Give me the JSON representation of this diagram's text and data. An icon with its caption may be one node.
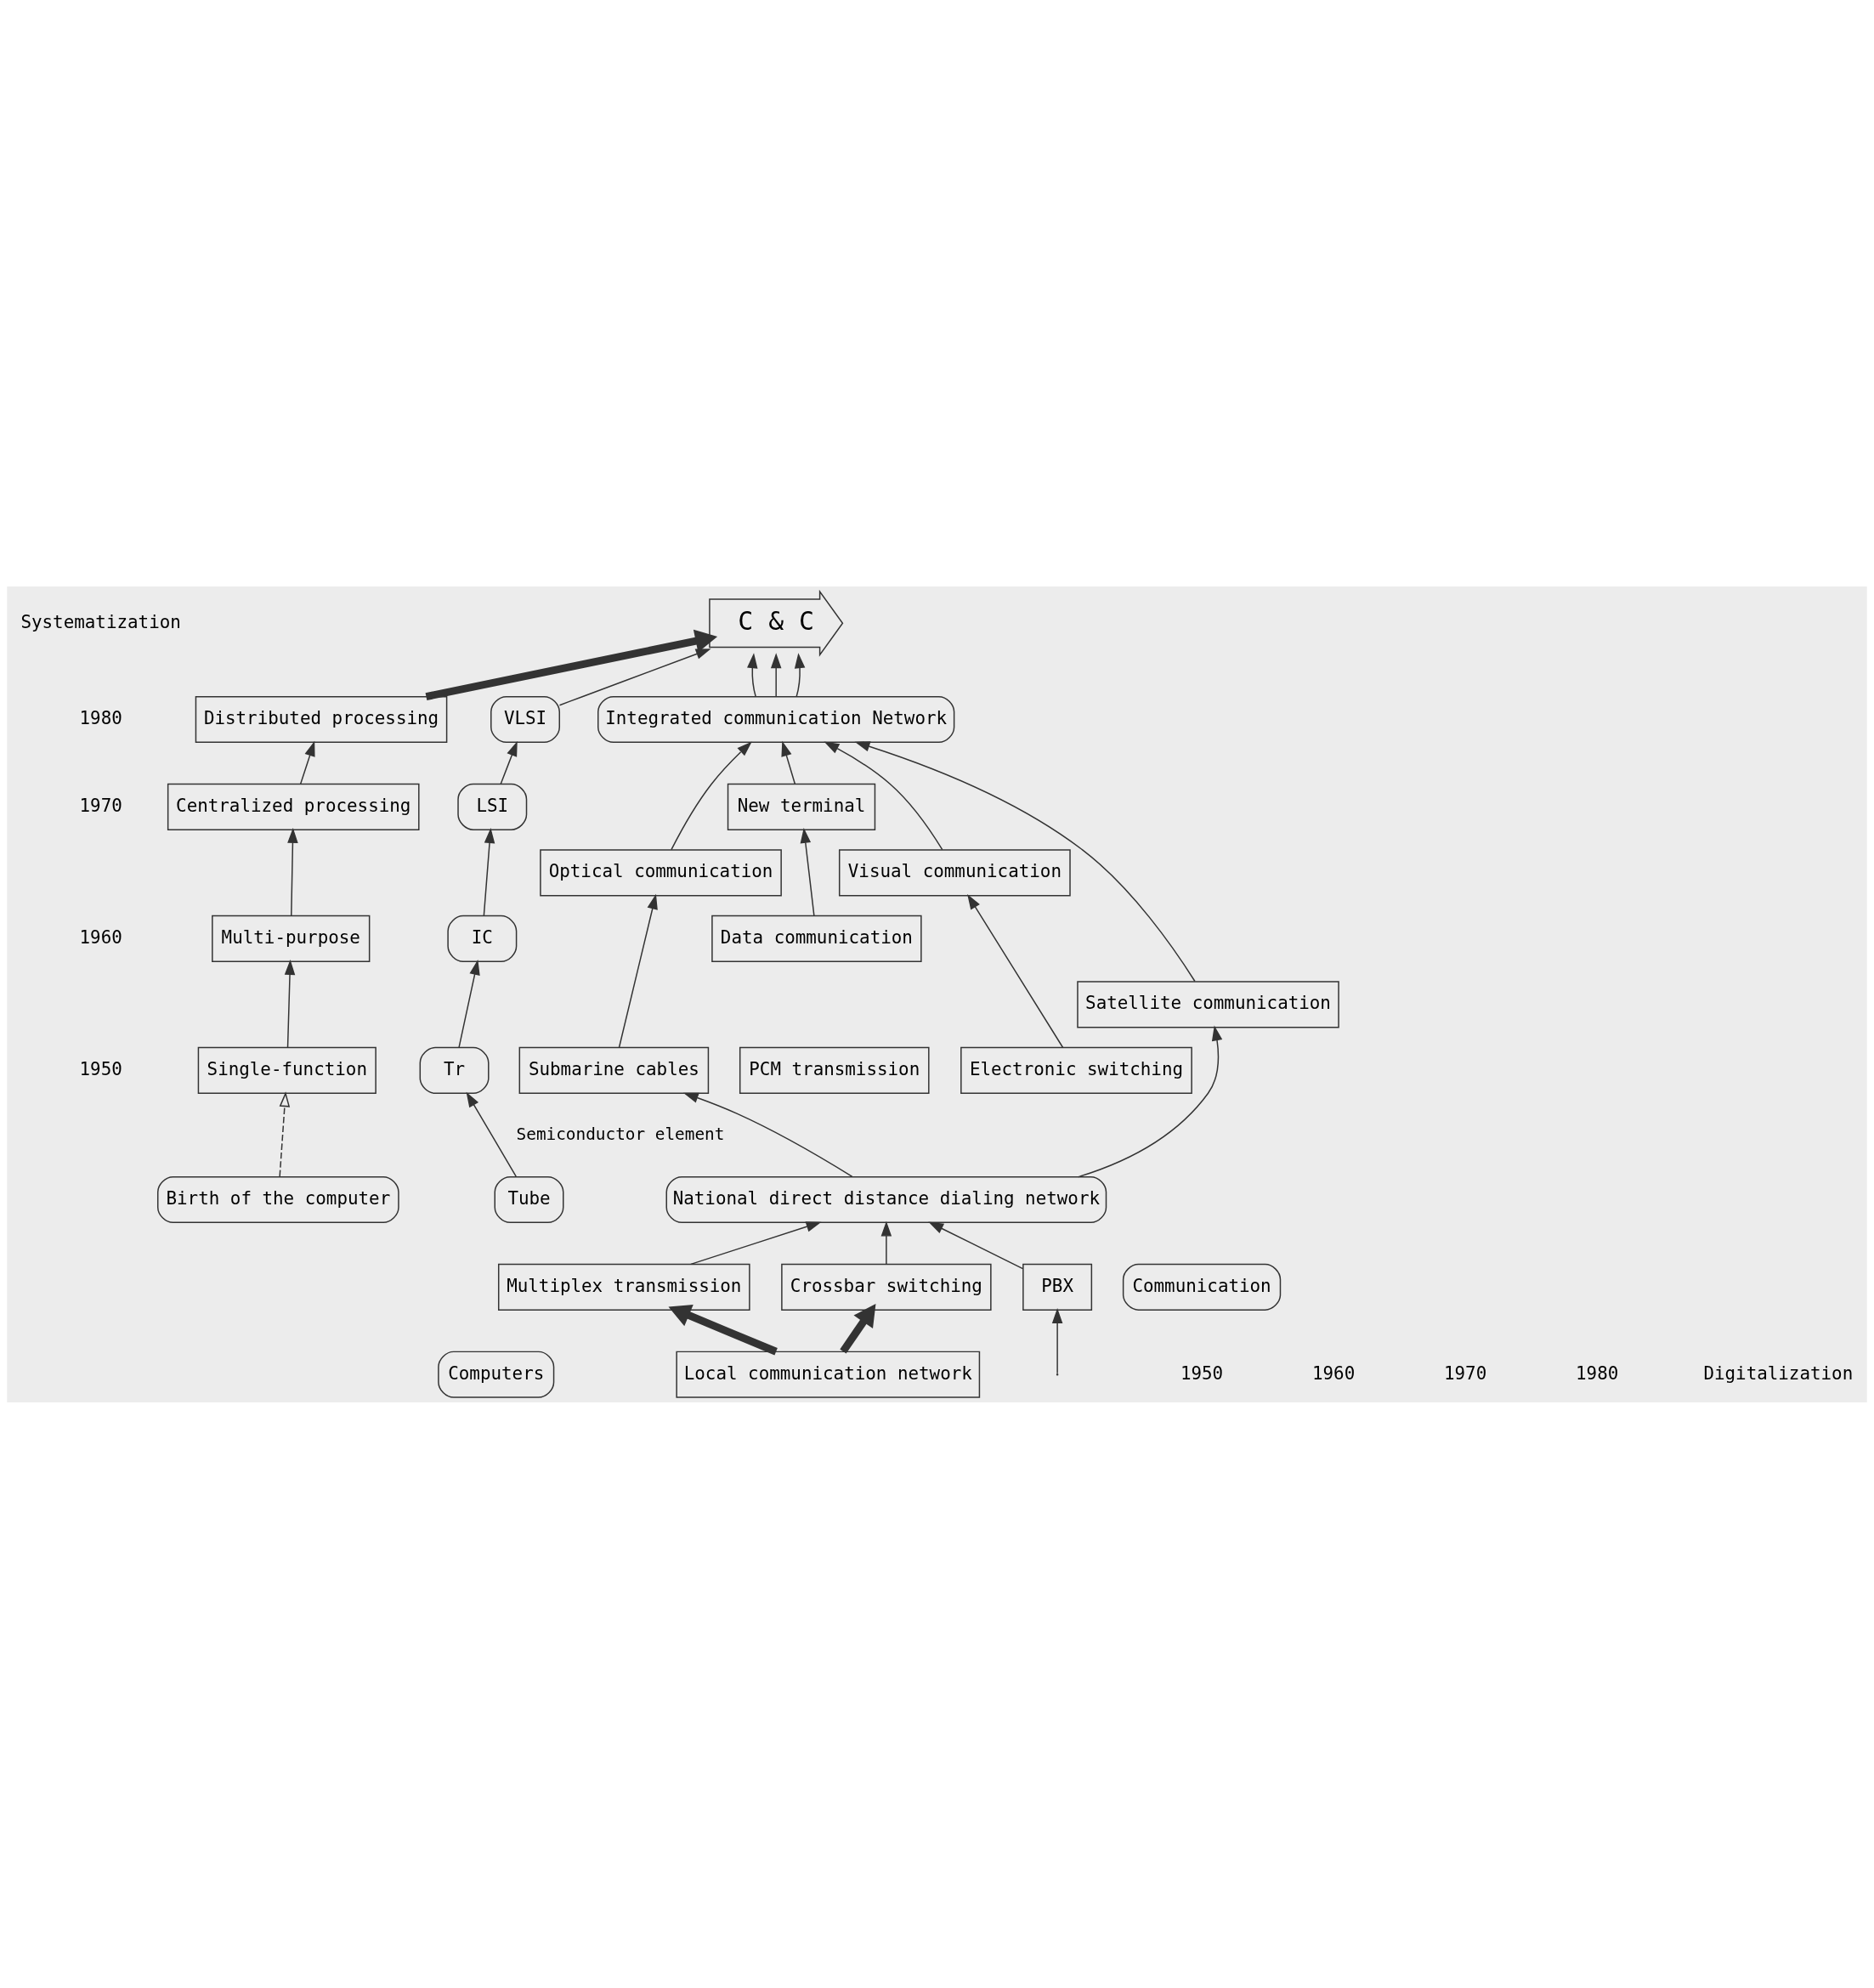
{
  "diagram": {
    "nodes": [
      {
        "text": [
          "C & C"
        ]
      },
      {
        "text": [
          "Distributed processing"
        ]
      },
      {
        "text": [
          "Centralized processing"
        ]
      },
      {
        "text": [
          "Multi-purpose"
        ]
      },
      {
        "text": [
          "Single-function"
        ]
      },
      {
        "text": [
          "Birth of the computer"
        ]
      },
      {
        "text": [
          "VLSI"
        ]
      },
      {
        "text": [
          "LSI"
        ]
      },
      {
        "text": [
          "IC"
        ]
      },
      {
        "text": [
          "Tr"
        ]
      },
      {
        "text": [
          "Tube"
        ]
      },
      {
        "text": [
          "Integrated communication Network"
        ]
      },
      {
        "text": [
          "New terminal"
        ]
      },
      {
        "text": [
          "Data communication"
        ]
      },
      {
        "text": [
          "PCM transmission"
        ]
      },
      {
        "text": [
          "Visual communication"
        ]
      },
      {
        "text": [
          "Electronic switching"
        ]
      },
      {
        "text": [
          "Satellite communication"
        ]
      },
      {
        "text": [
          "Submarine cables"
        ]
      },
      {
        "text": [
          "Optical communication"
        ]
      },
      {
        "text": [
          "National direct distance dialing network"
        ]
      },
      {
        "text": [
          "Multiplex transmission"
        ]
      },
      {
        "text": [
          "Crossbar switching"
        ]
      },
      {
        "text": [
          "PBX"
        ]
      },
      {
        "text": [
          "Local communication network"
        ]
      },
      {
        "text": [
          "Computers"
        ]
      },
      {
        "text": [
          "Communication"
        ]
      }
    ],
    "edges": [
      {
        "from": 5,
        "to": 4,
        "arrow": "to",
        "style": "dashed"
      },
      {
        "from": 4,
        "to": 3,
        "arrow": "to"
      },
      {
        "from": 3,
        "to": 2,
        "arrow": "to"
      },
      {
        "from": 2,
        "to": 1,
        "arrow": "to"
      },
      {
        "from": 1,
        "to": 0,
        "arrow": "to",
        "style": "thick"
      },
      {
        "from": 10,
        "to": 9,
        "arrow": "to",
        "label": "Semiconductor element"
      },
      {
        "from": 9,
        "to": 8,
        "arrow": "to"
      },
      {
        "from": 8,
        "to": 7,
        "arrow": "to"
      },
      {
        "from": 7,
        "to": 6,
        "arrow": "to"
      },
      {
        "from": 6,
        "to": 0,
        "arrow": "to"
      },
      {
        "from": 11,
        "to": 0,
        "arrow": "to"
      },
      {
        "from": 11,
        "to": 0,
        "arrow": "to"
      },
      {
        "from": 11,
        "to": 0,
        "arrow": "to"
      },
      {
        "from": 24,
        "to": 21,
        "arrow": "to",
        "style": "thick"
      },
      {
        "from": 24,
        "to": 22,
        "arrow": "to",
        "style": "thick"
      },
      {
        "from": 21,
        "to": 20,
        "arrow": "to"
      },
      {
        "from": 22,
        "to": 20,
        "arrow": "to"
      },
      {
        "from": null,
        "to": 23,
        "arrow": "to"
      },
      {
        "from": 23,
        "to": 20,
        "arrow": "to"
      },
      {
        "from": 20,
        "to": 17,
        "arrow": "to"
      },
      {
        "from": 20,
        "to": 18,
        "arrow": "to"
      },
      {
        "from": 16,
        "to": 15,
        "arrow": "to"
      },
      {
        "from": 13,
        "to": 12,
        "arrow": "to"
      },
      {
        "from": 18,
        "to": 19,
        "arrow": "to"
      },
      {
        "from": 12,
        "to": 11,
        "arrow": "to"
      },
      {
        "from": 15,
        "to": 11,
        "arrow": "to"
      },
      {
        "from": 17,
        "to": 11,
        "arrow": "to"
      },
      {
        "from": 19,
        "to": 11,
        "arrow": "to"
      }
    ],
    "labels": [
      "Systematization",
      "1980",
      "1970",
      "1960",
      "1950",
      "1950",
      "1960",
      "1970",
      "1980",
      "Digitalization"
    ]
  }
}
